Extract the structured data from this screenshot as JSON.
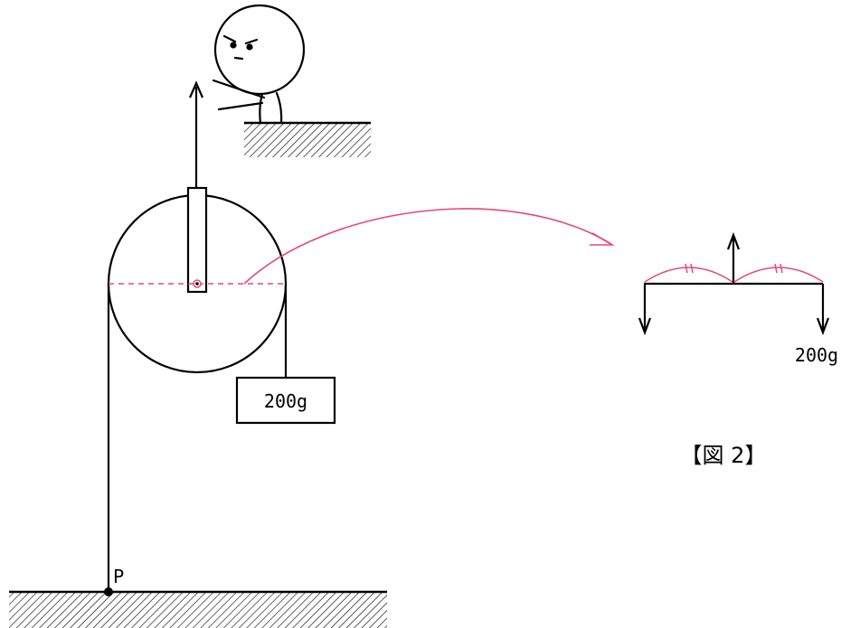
{
  "labels": {
    "weight_label": "200g",
    "fig2_weight_label": "200g",
    "point_label": "P",
    "figure_caption": "【図 2】"
  },
  "colors": {
    "line": "#000000",
    "accent": "#e8467c",
    "background": "#ffffff"
  },
  "icons": {
    "person": "person-face-icon",
    "hatch": "ground-hatch"
  }
}
